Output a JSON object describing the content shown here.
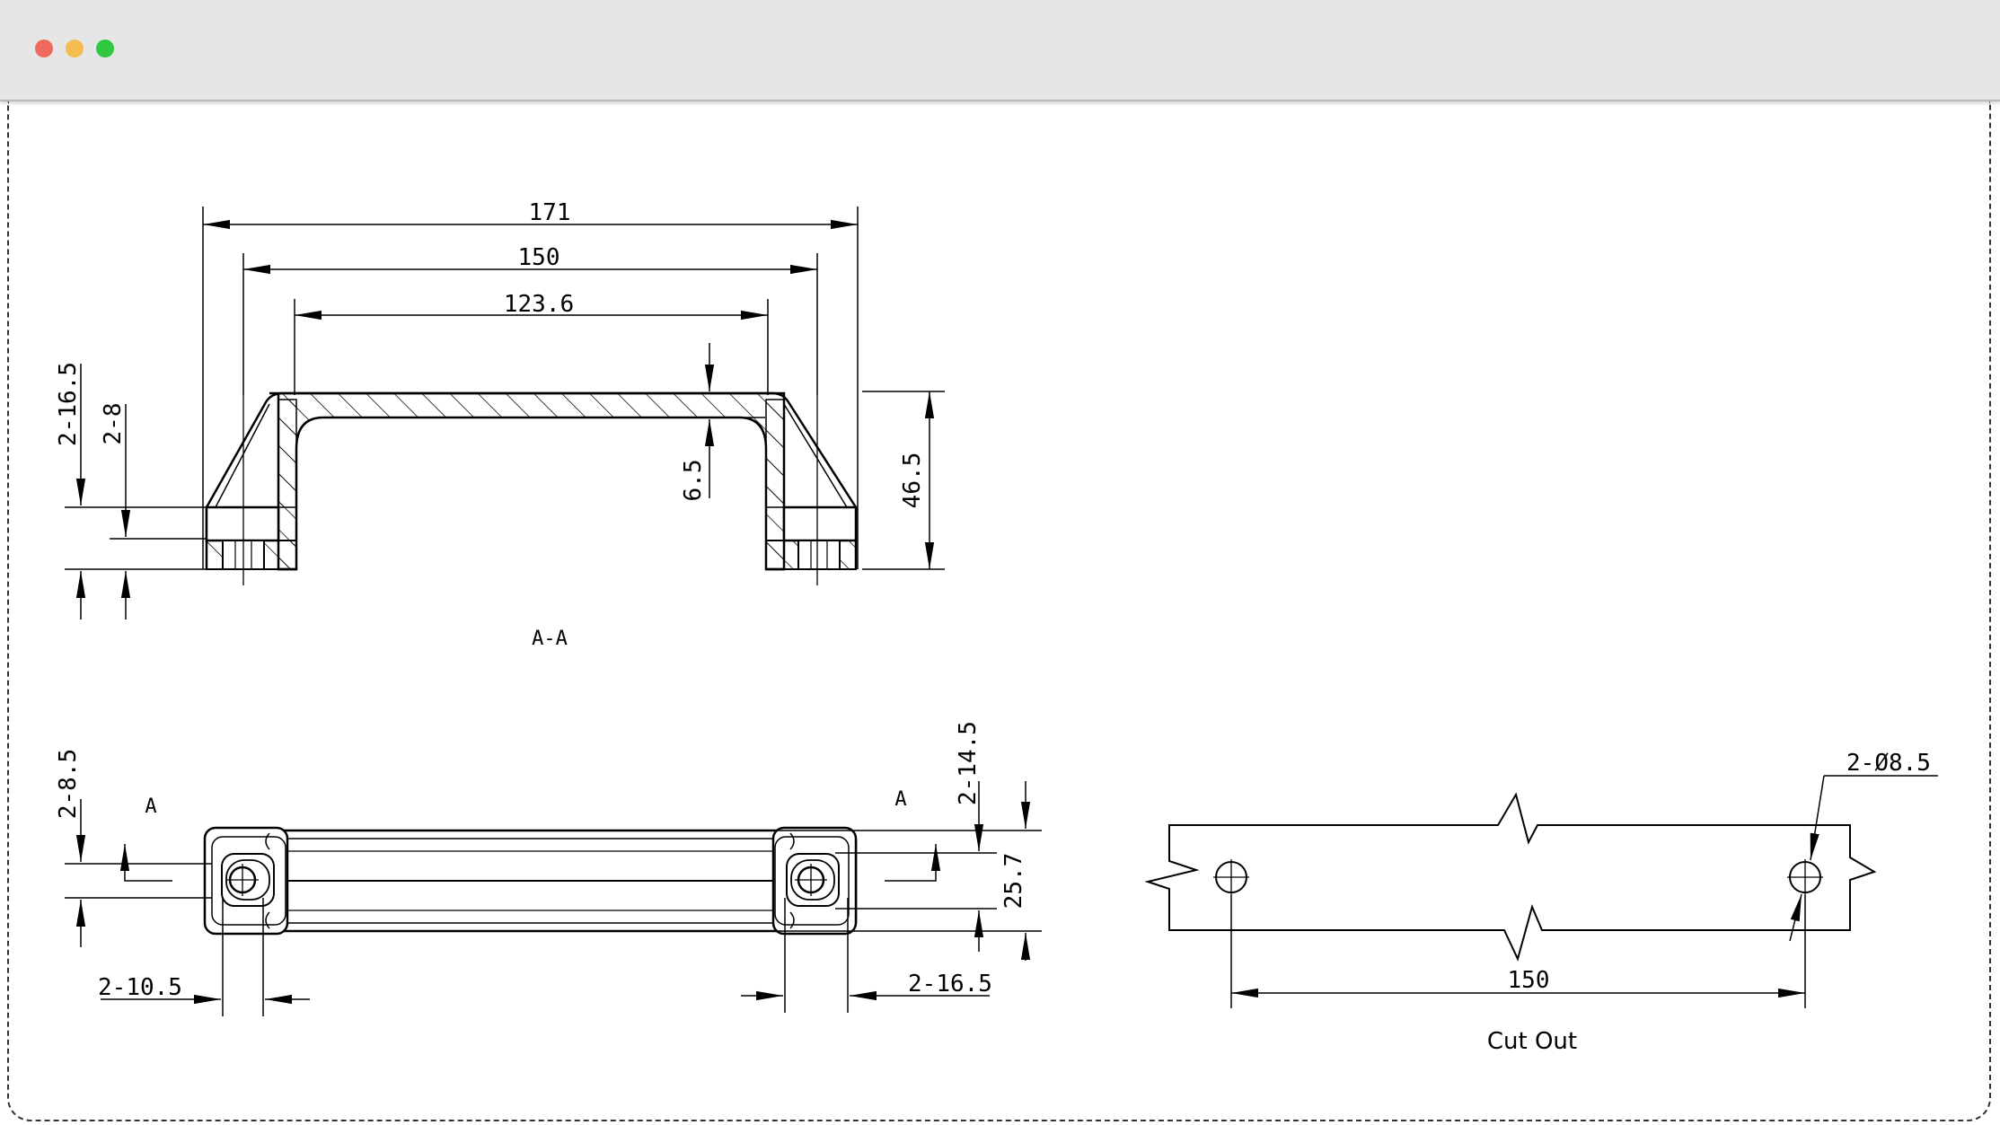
{
  "window": {
    "controls": [
      "close",
      "minimize",
      "maximize"
    ],
    "colors": {
      "close": "#ee6a5e",
      "minimize": "#f5bd4f",
      "maximize": "#2fc840",
      "titlebar": "#e6e6e6"
    }
  },
  "section_view": {
    "label": "A-A",
    "dims": {
      "overall_length": "171",
      "hole_spacing": "150",
      "inner_length": "123.6",
      "height": "46.5",
      "wall": "6.5",
      "counterbore_depth": "2-16.5",
      "thread_depth": "2-8"
    }
  },
  "top_view": {
    "section_marks": [
      "A",
      "A"
    ],
    "dims": {
      "left_boss": "2-8.5",
      "right_boss": "2-14.5",
      "width": "25.7",
      "left_foot": "2-10.5",
      "right_foot": "2-16.5"
    }
  },
  "cutout_view": {
    "label": "Cut Out",
    "dims": {
      "hole_spacing": "150",
      "hole_diameter": "2-Ø8.5"
    }
  }
}
